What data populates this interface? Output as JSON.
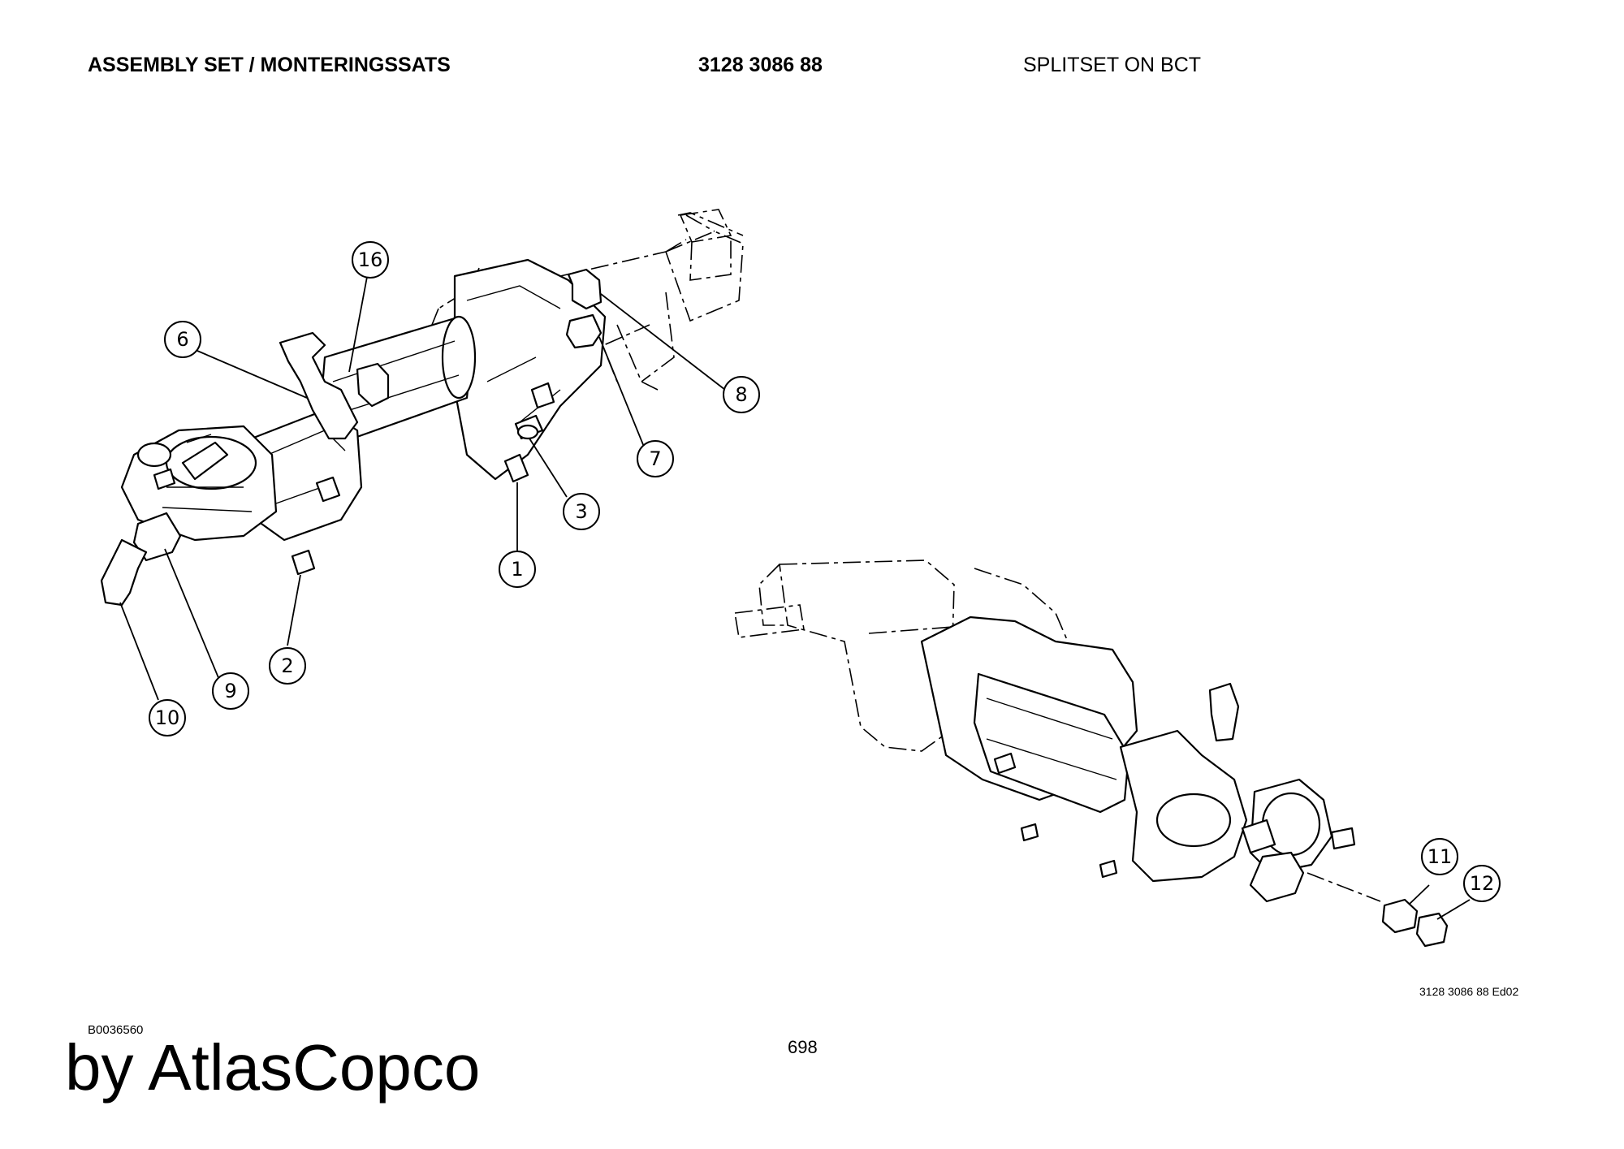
{
  "header": {
    "title": "ASSEMBLY SET / MONTERINGSSATS",
    "part_number": "3128 3086 88",
    "description": "SPLITSET ON BCT"
  },
  "callouts": [
    "16",
    "6",
    "8",
    "7",
    "3",
    "1",
    "2",
    "9",
    "10",
    "11",
    "12"
  ],
  "footer": {
    "edition": "3128 3086 88 Ed02",
    "drawing_code": "B0036560",
    "page_number": "698",
    "brand": "by AtlasCopco"
  }
}
